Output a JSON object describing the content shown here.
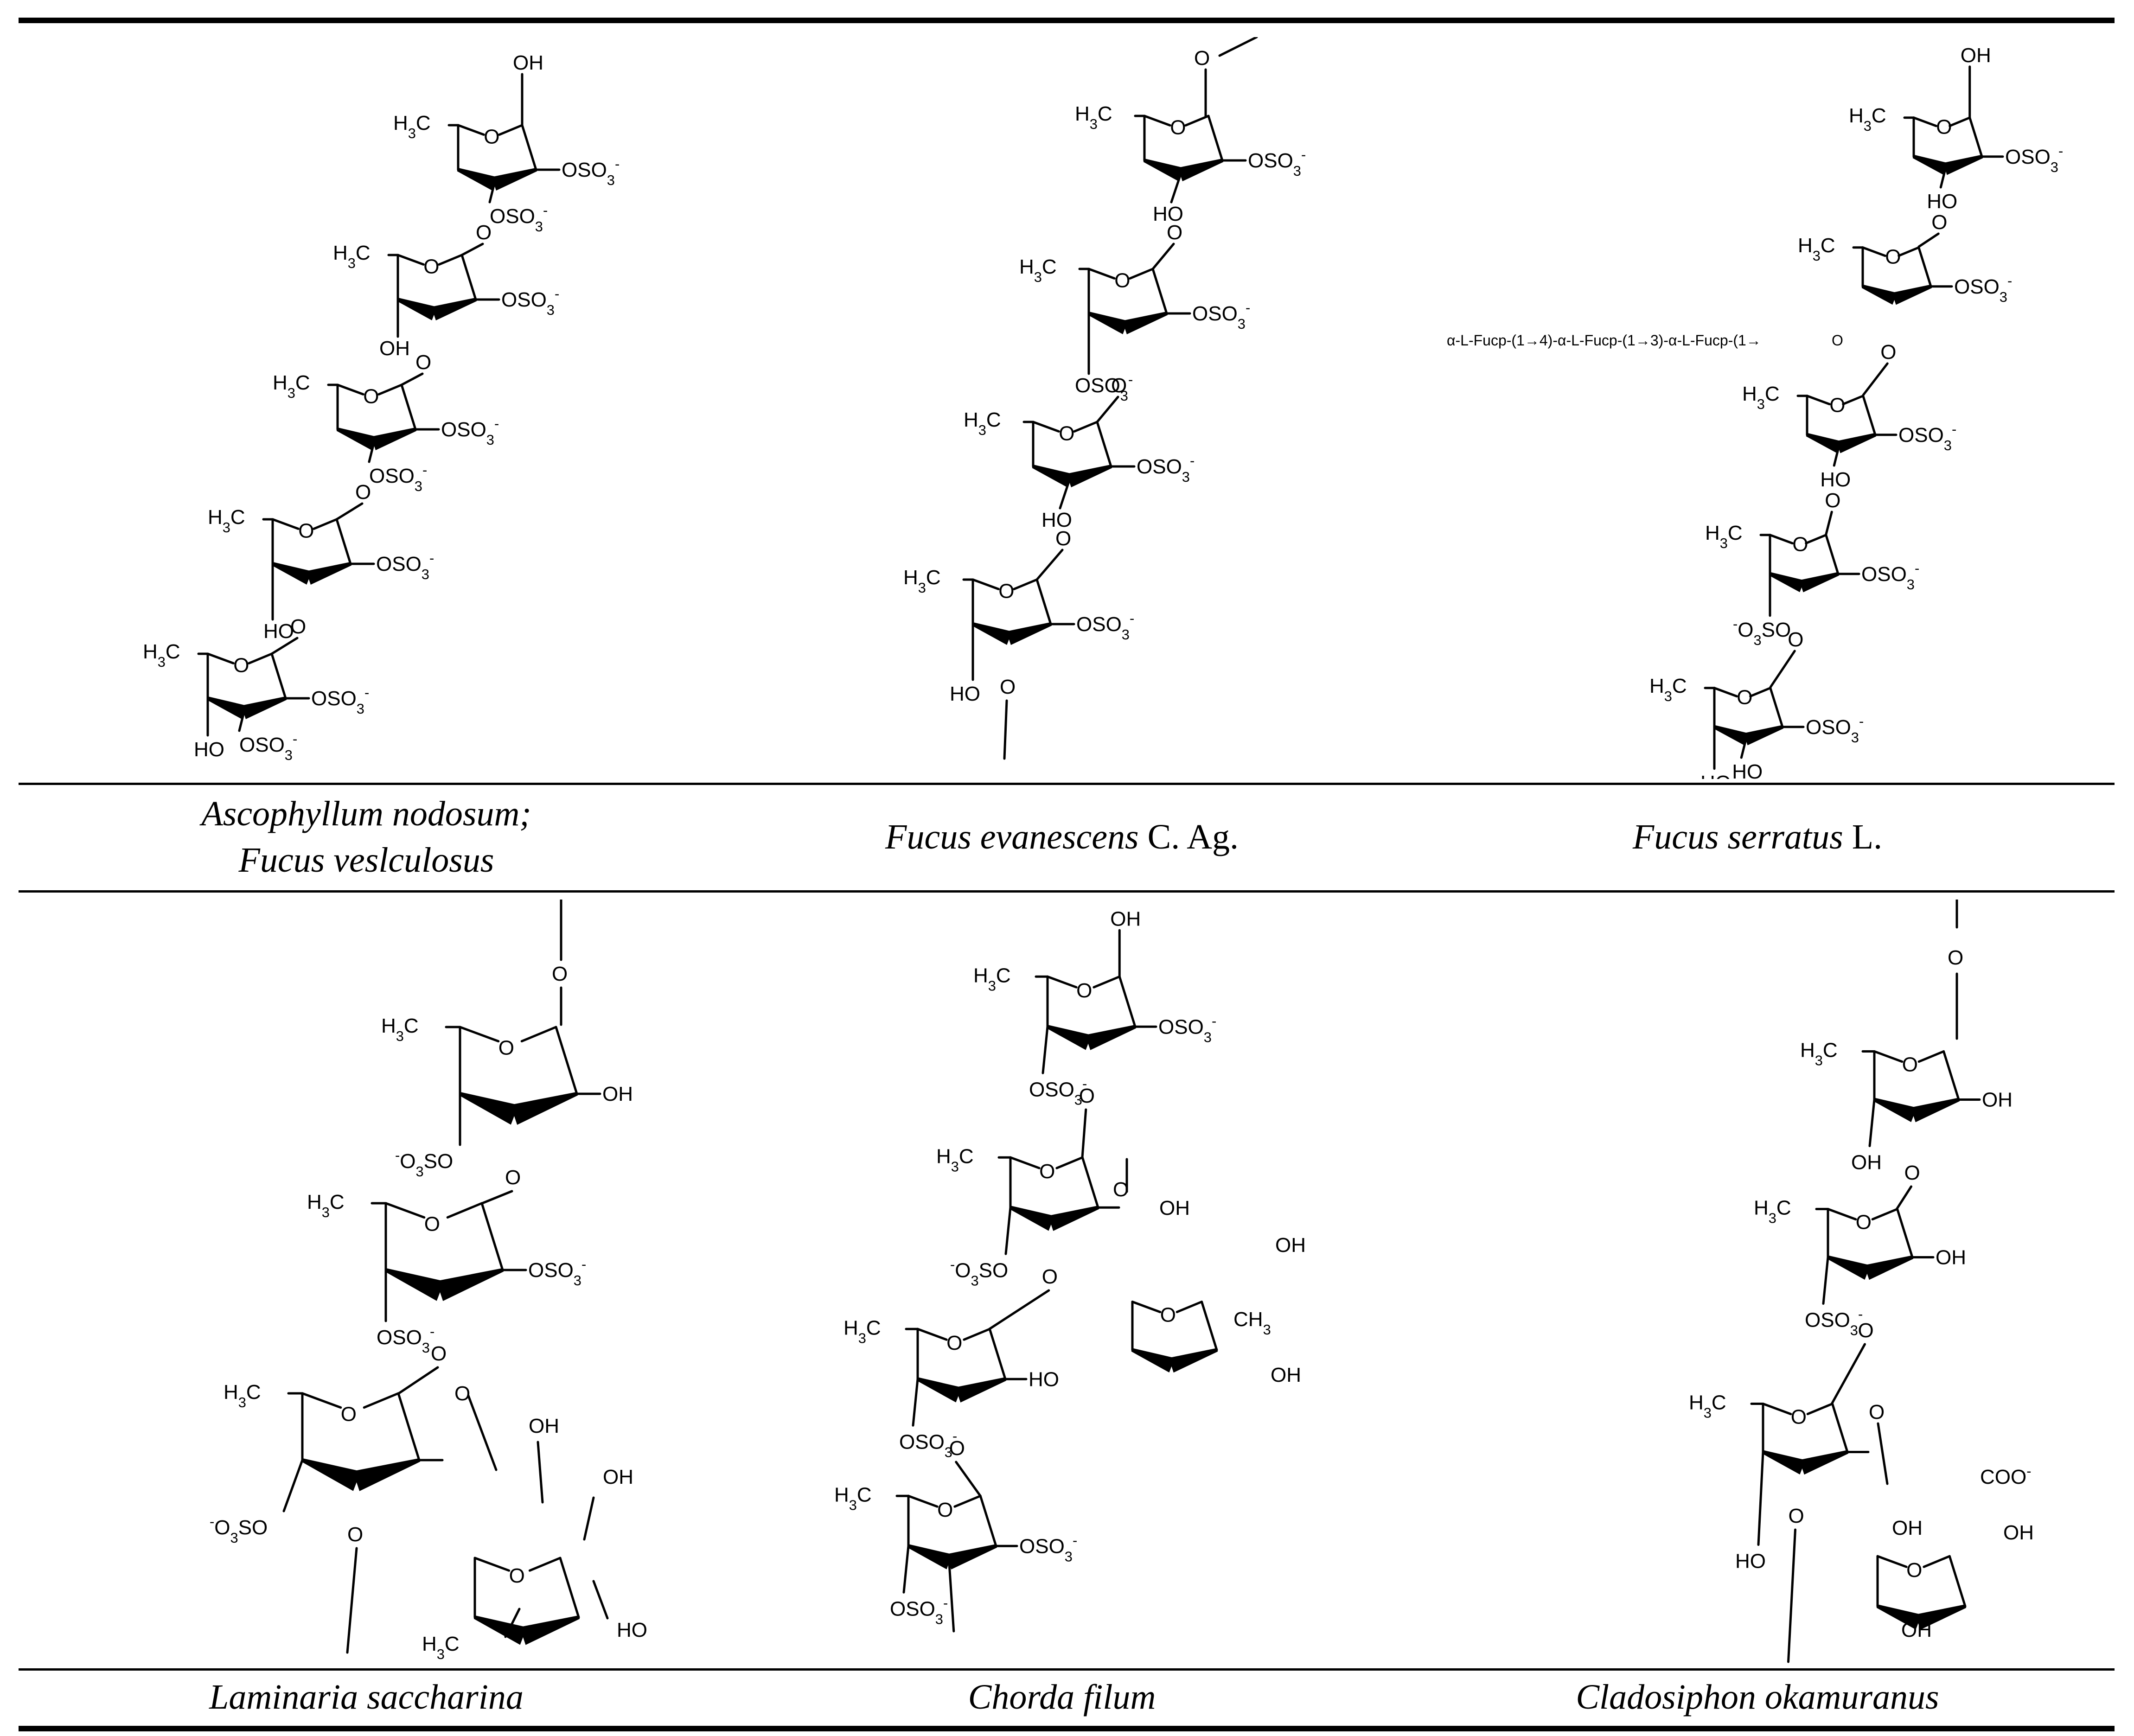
{
  "captions": {
    "c1": {
      "line1": "Ascophyllum nodosum;",
      "line2": "Fucus veslculosus"
    },
    "c2": {
      "species": "Fucus evanescens",
      "author": " C. Ag."
    },
    "c3": {
      "species": "Fucus serratus",
      "author": " L."
    },
    "c4": {
      "species": "Laminaria saccharina"
    },
    "c5": {
      "species": "Chorda filum"
    },
    "c6": {
      "species": "Cladosiphon okamuranus"
    }
  },
  "panel3_chain": "α-L-Fucp-(1→4)-α-L-Fucp-(1→3)-α-L-Fucp-(1→",
  "labels": {
    "oh": "OH",
    "ho": "HO",
    "o": "O",
    "h3c": "H3C",
    "ch3": "CH3",
    "oso3": "OSO3",
    "o3so": "O3SO",
    "coo": "COO",
    "minus": "-"
  }
}
